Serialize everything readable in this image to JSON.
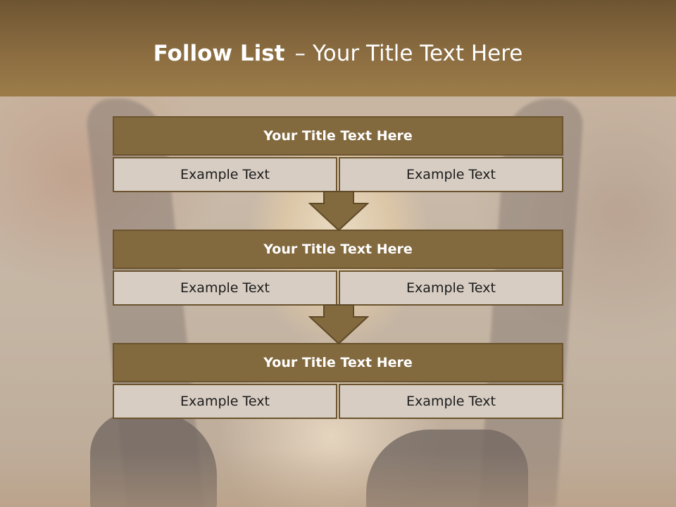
{
  "slide": {
    "title_bold": "Follow List",
    "title_dash": "–",
    "title_rest": "Your Title Text Here"
  },
  "stages": [
    {
      "title": "Your Title Text Here",
      "left": "Example Text",
      "right": "Example Text"
    },
    {
      "title": "Your Title Text Here",
      "left": "Example Text",
      "right": "Example Text"
    },
    {
      "title": "Your Title Text Here",
      "left": "Example Text",
      "right": "Example Text"
    }
  ],
  "colors": {
    "header": "#8a6c40",
    "stage_title_fill": "#82693e",
    "stage_border": "#6b542e",
    "cell_fill": "#d7cdc3",
    "arrow_fill": "#82693e"
  },
  "icons": [
    "down-arrow-icon"
  ]
}
